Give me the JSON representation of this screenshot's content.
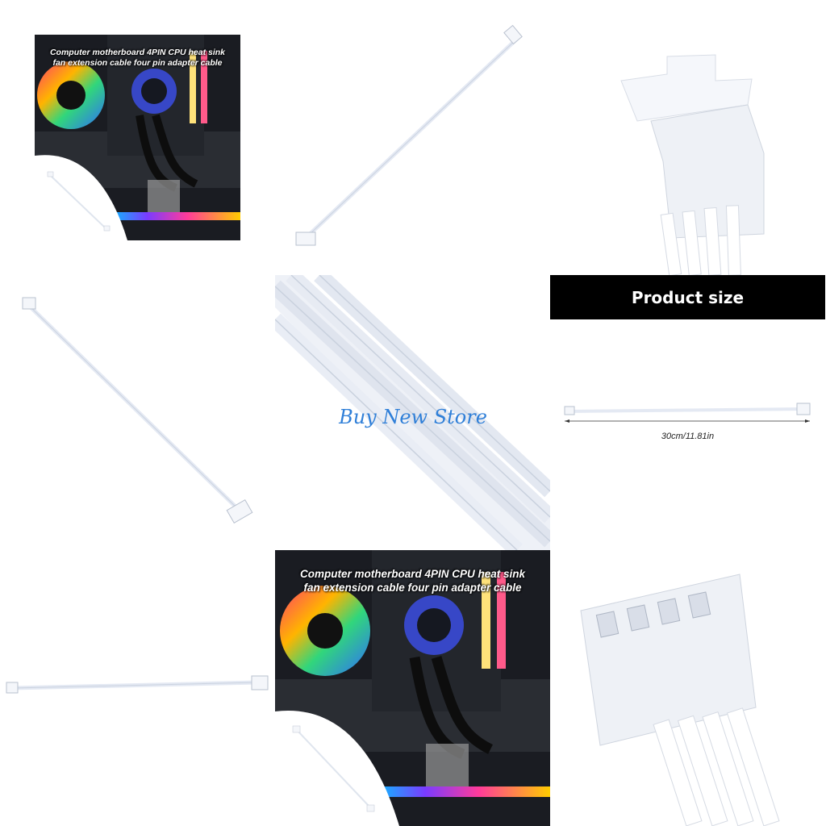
{
  "tiles": {
    "top_left_caption_line1": "Computer motherboard 4PIN CPU heat sink",
    "top_left_caption_line2": "fan extension cable four pin adapter cable",
    "bottom_mid_caption_line1": "Computer motherboard 4PIN CPU heat sink",
    "bottom_mid_caption_line2": "fan extension cable four pin adapter cable"
  },
  "watermark": "Buy New Store",
  "product_size": {
    "heading": "Product size",
    "dimension": "30cm/11.81in"
  },
  "colors": {
    "watermark": "#2f7fd8",
    "banner_bg": "#000000",
    "cable": "#e4e9f3"
  }
}
